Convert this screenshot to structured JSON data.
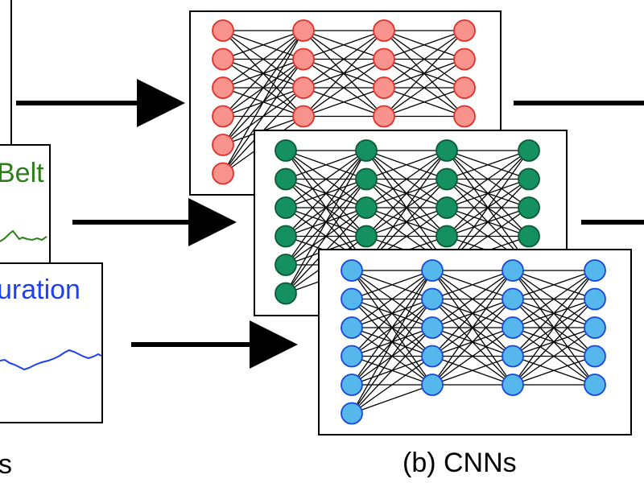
{
  "signals": [
    {
      "label": "Belt",
      "color": "#2e7d1a"
    },
    {
      "label": "uration",
      "color": "#1f3ff0"
    }
  ],
  "captions": {
    "left_partial": "s",
    "cnns": "(b) CNNs"
  },
  "networks": [
    {
      "name": "red",
      "fill": "#f7938c",
      "stroke": "#e0302a",
      "layers": [
        6,
        4,
        4,
        4
      ]
    },
    {
      "name": "green",
      "fill": "#159060",
      "stroke": "#0b5a35",
      "layers": [
        6,
        5,
        5,
        5
      ]
    },
    {
      "name": "blue",
      "fill": "#55b7ec",
      "stroke": "#1848d8",
      "layers": [
        6,
        5,
        5,
        5
      ]
    }
  ],
  "colors": {
    "arrow": "#000000",
    "edge": "#000000",
    "frame": "#000000"
  }
}
